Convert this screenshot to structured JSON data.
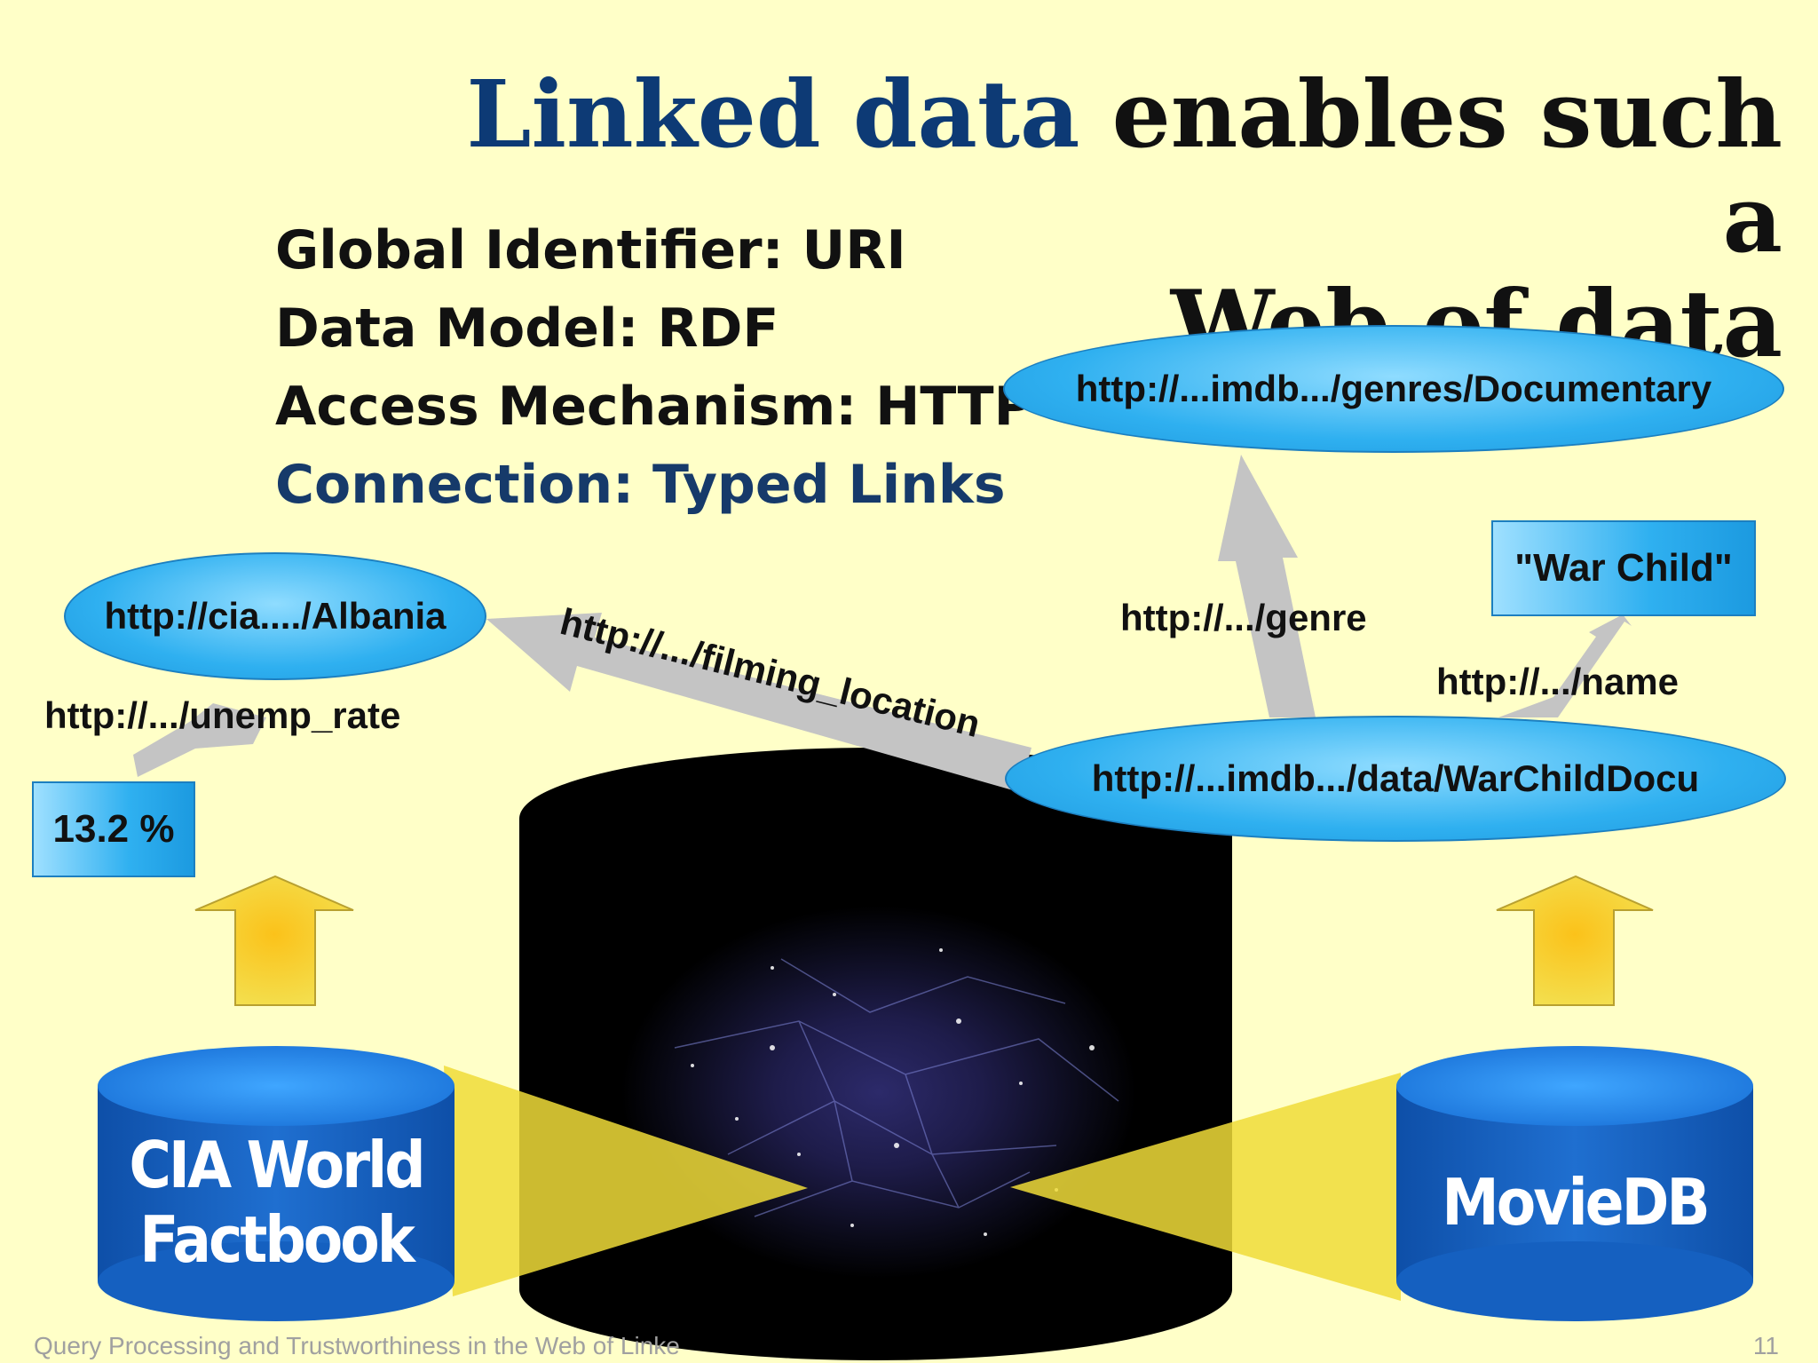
{
  "slide": {
    "title_highlight": "Linked data",
    "title_rest_line1": "enables such a",
    "title_rest_line2": "Web of data",
    "bullets": [
      "Global Identifier: URI",
      "Data Model: RDF",
      "Access Mechanism: HTTP",
      "Connection: Typed Links"
    ],
    "footer": "Query Processing and Trustworthiness in the Web of Linke",
    "page_number": "11"
  },
  "nodes": {
    "albania": "http://cia..../Albania",
    "documentary": "http://...imdb.../genres/Documentary",
    "warchild_resource": "http://...imdb.../data/WarChildDocu",
    "unemp_value": "13.2 %",
    "war_child_literal": "\"War Child\""
  },
  "edges": {
    "unemp_rate": "http://.../unemp_rate",
    "filming_location": "http://.../filming_location",
    "genre": "http://.../genre",
    "name": "http://.../name"
  },
  "databases": {
    "cia_line1": "CIA World",
    "cia_line2": "Factbook",
    "moviedb": "MovieDB"
  },
  "colors": {
    "background": "#ffffc8",
    "title_highlight": "#0d3a75",
    "database_blue": "#1a66c2",
    "node_blue": "#2fb0f0",
    "arrow_gray": "#c4c4c4",
    "arrow_yellow": "#f5d430"
  }
}
